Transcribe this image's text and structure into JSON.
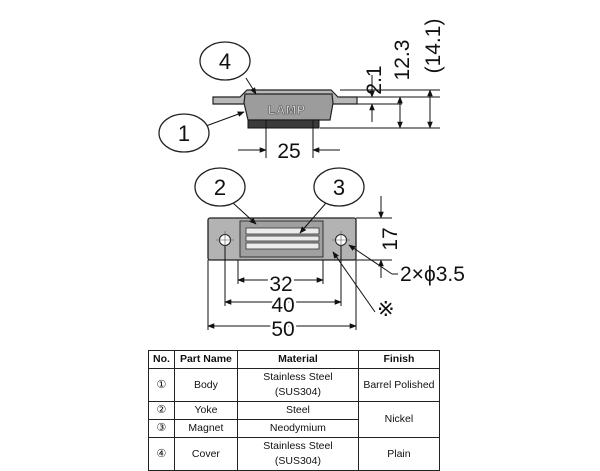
{
  "top_view": {
    "cover_text": "LAMP",
    "dim_width": "25",
    "dim_thickness": "2.1",
    "dim_height": "12.3",
    "dim_total": "(14.1)",
    "callout_cover": "4",
    "callout_body": "1"
  },
  "front_view": {
    "callout_yoke": "2",
    "callout_magnet": "3",
    "dim_height": "17",
    "dim_holes": "2×ϕ3.5",
    "dim_32": "32",
    "dim_40": "40",
    "dim_50": "50",
    "note_mark": "※"
  },
  "table": {
    "headers": {
      "no": "No.",
      "part_name": "Part Name",
      "material": "Material",
      "finish": "Finish"
    },
    "rows": [
      {
        "no": "①",
        "part_name": "Body",
        "material": "Stainless Steel (SUS304)",
        "finish": "Barrel Polished"
      },
      {
        "no": "②",
        "part_name": "Yoke",
        "material": "Steel",
        "finish": "Nickel"
      },
      {
        "no": "③",
        "part_name": "Magnet",
        "material": "Neodymium",
        "finish": ""
      },
      {
        "no": "④",
        "part_name": "Cover",
        "material": "Stainless Steel (SUS304)",
        "finish": "Plain"
      }
    ]
  }
}
